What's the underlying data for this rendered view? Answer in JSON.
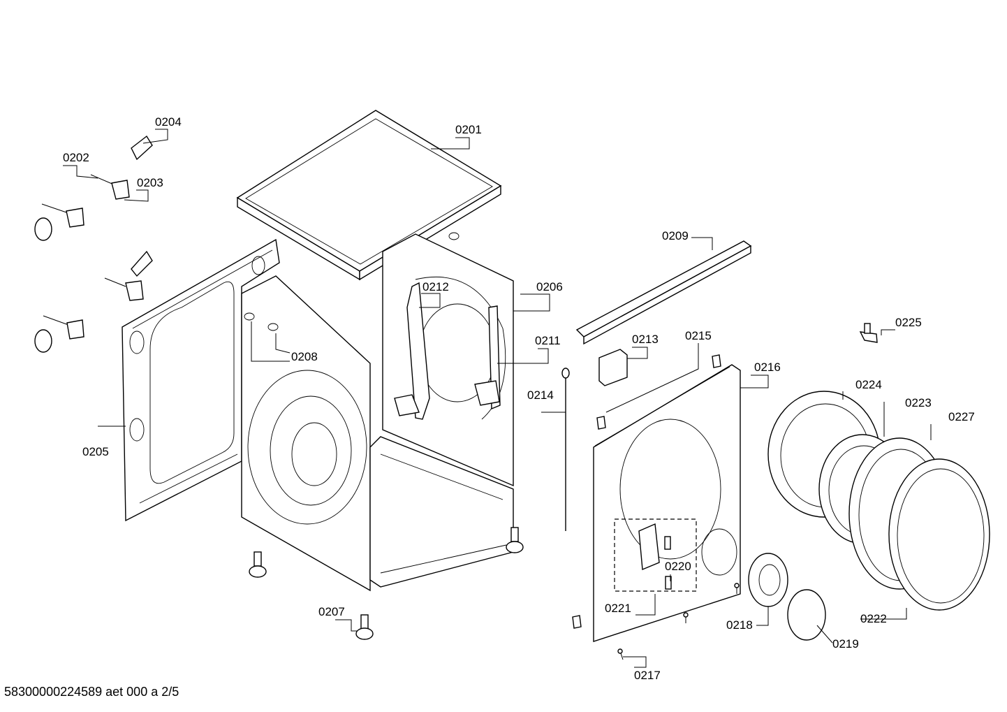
{
  "footer": {
    "drawing_id": "58300000224589 aet 000 a 2/5"
  },
  "callouts": {
    "c0201": "0201",
    "c0202": "0202",
    "c0203": "0203",
    "c0204": "0204",
    "c0205": "0205",
    "c0206": "0206",
    "c0207": "0207",
    "c0208": "0208",
    "c0209": "0209",
    "c0211": "0211",
    "c0212": "0212",
    "c0213": "0213",
    "c0214": "0214",
    "c0215": "0215",
    "c0216": "0216",
    "c0217": "0217",
    "c0218": "0218",
    "c0219": "0219",
    "c0220": "0220",
    "c0221": "0221",
    "c0222": "0222",
    "c0223": "0223",
    "c0224": "0224",
    "c0225": "0225",
    "c0227": "0227"
  }
}
